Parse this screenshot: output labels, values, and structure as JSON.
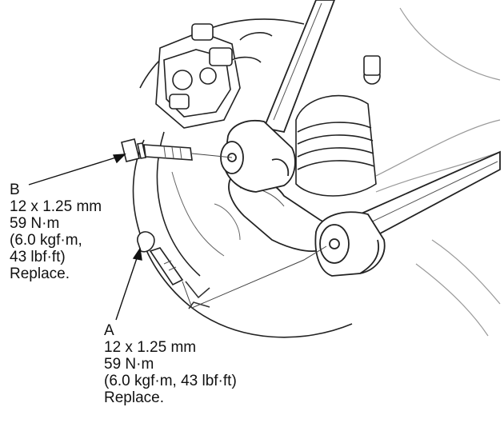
{
  "callouts": {
    "b": {
      "letter": "B",
      "size": "12 x 1.25 mm",
      "torque_nm": "59 N·m",
      "torque_kgf_open": "(6.0 kgf·m,",
      "torque_lbf_close": "43 lbf·ft)",
      "note": "Replace."
    },
    "a": {
      "letter": "A",
      "size": "12 x 1.25 mm",
      "torque_nm": "59 N·m",
      "torque_alt": "(6.0 kgf·m, 43 lbf·ft)",
      "note": "Replace."
    }
  },
  "colors": {
    "ink": "#111111",
    "paper": "#ffffff",
    "light_line": "#9a9a9a"
  }
}
